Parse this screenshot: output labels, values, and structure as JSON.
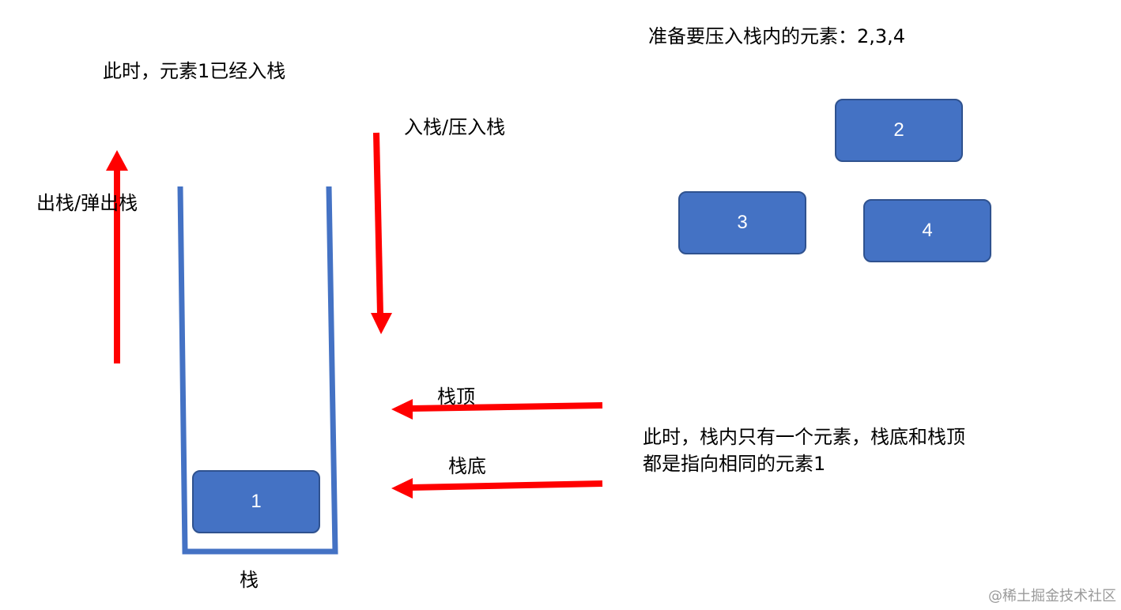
{
  "labels": {
    "pending_elements": "准备要压入栈内的元素：2,3,4",
    "status_pushed": "此时，元素1已经入栈",
    "push": "入栈/压入栈",
    "pop": "出栈/弹出栈",
    "stack_top": "栈顶",
    "stack_bottom": "栈底",
    "stack": "栈",
    "note_line1": "此时，栈内只有一个元素，栈底和栈顶",
    "note_line2": "都是指向相同的元素1"
  },
  "stack_elements": [
    "1"
  ],
  "pending_elements": [
    "2",
    "3",
    "4"
  ],
  "watermark": "@稀土掘金技术社区",
  "colors": {
    "box_fill": "#4472c4",
    "box_border": "#2f528f",
    "stack_outline": "#4472c4",
    "arrow": "#ff0000"
  }
}
